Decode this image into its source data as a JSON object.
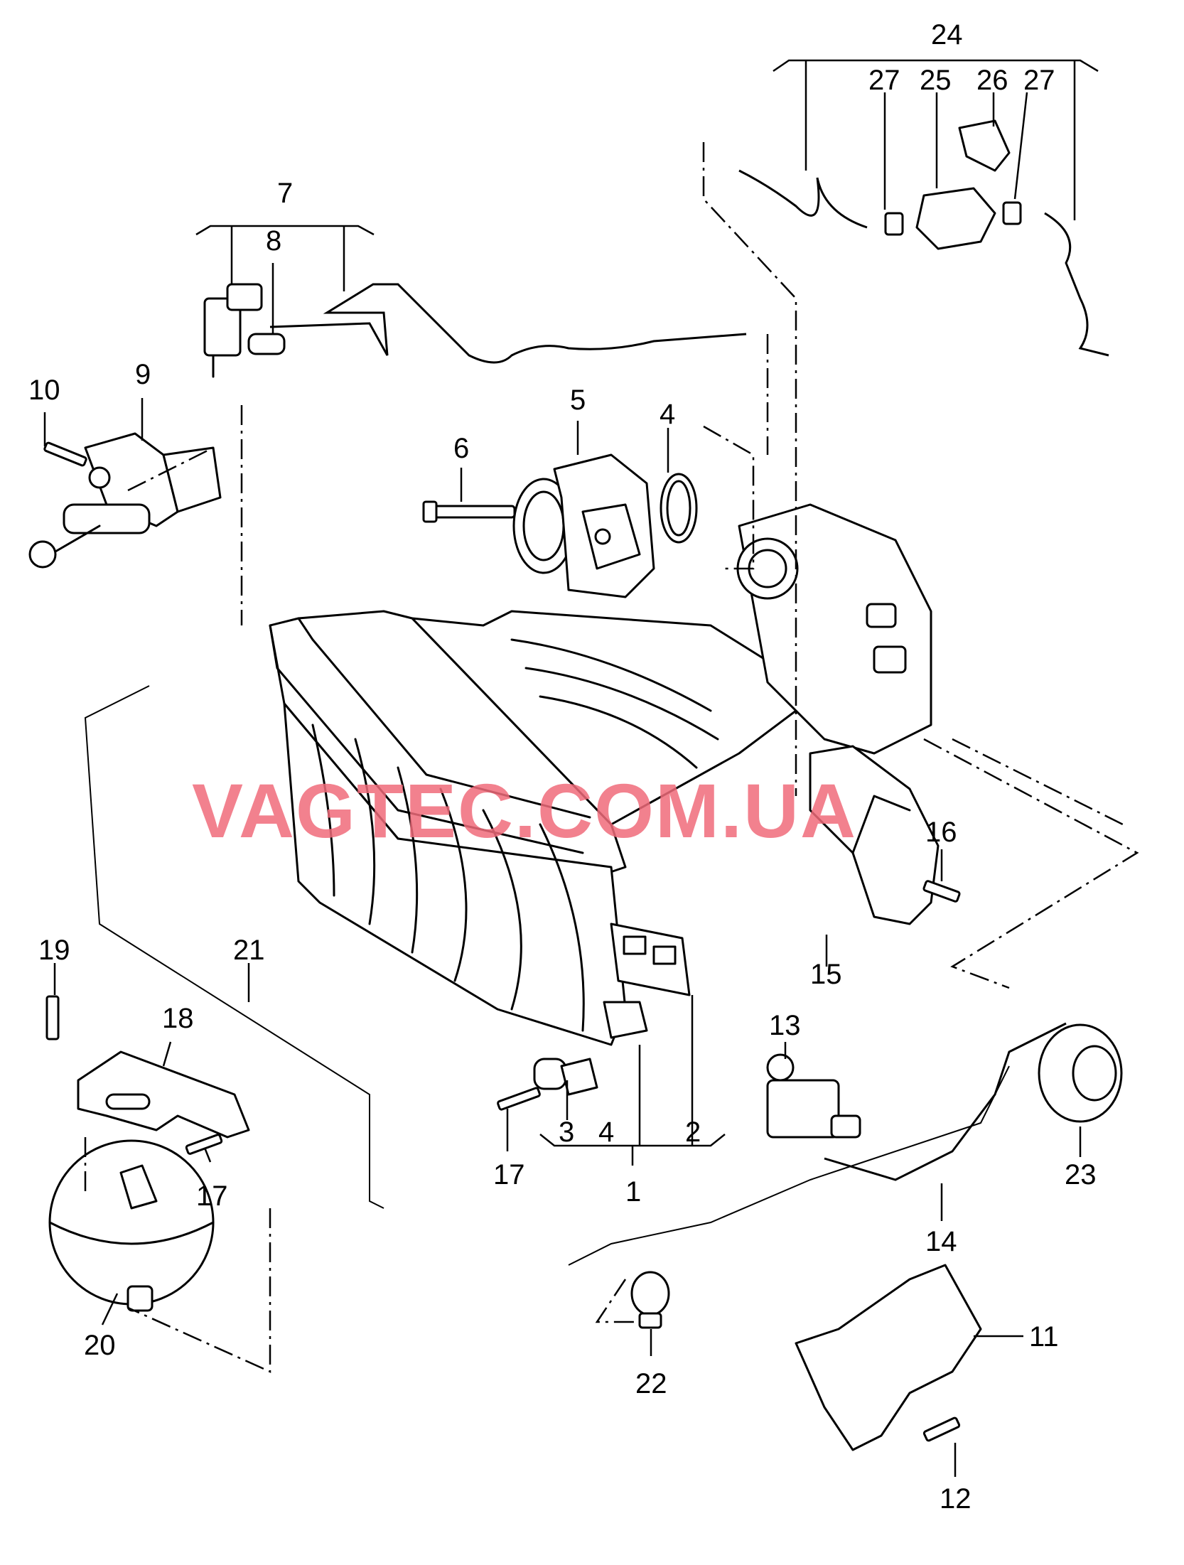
{
  "diagram": {
    "watermark": {
      "text": "VAGTEC.COM.UA",
      "color": "#f06b7a"
    },
    "callouts": {
      "c1": "1",
      "c2": "2",
      "c3": "3",
      "c4a": "4",
      "c4b": "4",
      "c5": "5",
      "c6": "6",
      "c7": "7",
      "c8": "8",
      "c9": "9",
      "c10": "10",
      "c11": "11",
      "c12": "12",
      "c13": "13",
      "c14": "14",
      "c15": "15",
      "c16": "16",
      "c17a": "17",
      "c17b": "17",
      "c18": "18",
      "c19": "19",
      "c20": "20",
      "c21": "21",
      "c22": "22",
      "c23": "23",
      "c24": "24",
      "c25": "25",
      "c26": "26",
      "c27a": "27",
      "c27b": "27"
    }
  }
}
